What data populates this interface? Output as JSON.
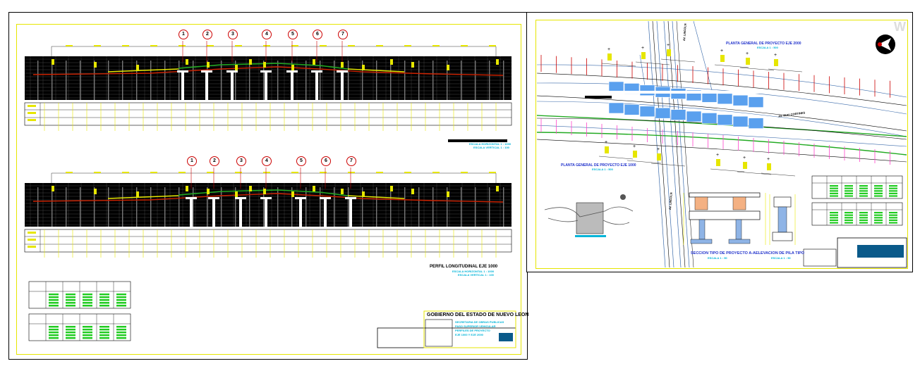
{
  "colors": {
    "background": "#ffffff",
    "frame": "#e6e600",
    "profile_grid": "#000000",
    "ground_line": "#cc2200",
    "design_line": "#22aa22",
    "marker": "#e6e600",
    "lane_fill": "#5aa0ee",
    "cyan_label": "#00b4d8",
    "green_cells": "#22cc22",
    "blue_text": "#2233cc",
    "red_marker": "#cc0000",
    "magenta": "#ff44cc"
  },
  "left_sheet": {
    "profile_top": {
      "markers": [
        "1",
        "2",
        "3",
        "4",
        "5",
        "6",
        "7"
      ],
      "scale_lines": [
        "ESCALA HORIZONTAL 1 : 1000",
        "ESCALA VERTICAL 1 : 100"
      ]
    },
    "profile_bottom": {
      "markers": [
        "1",
        "2",
        "3",
        "4",
        "5",
        "6",
        "7"
      ],
      "title": "PERFIL LONGITUDINAL EJE 1000",
      "scale_lines": [
        "ESCALA HORIZONTAL 1 : 1000",
        "ESCALA VERTICAL 1 : 100"
      ]
    },
    "title_block": {
      "heading": "GOBIERNO DEL ESTADO DE NUEVO LEON",
      "subtitle_lines": [
        "SECRETARIA DE OBRAS PUBLICAS",
        "PASO SUPERIOR VEHICULAR",
        "PERFILES DE PROYECTO",
        "EJE 1000 Y EJE 2000"
      ]
    }
  },
  "right_sheet": {
    "plan_title_top": "PLANTA GENERAL DE PROYECTO EJE 2000",
    "plan_scale_top": "ESCALA 1 : 500",
    "plan_title_left": "PLANTA GENERAL DE PROYECTO EJE 1000",
    "plan_scale_left": "ESCALA 1 : 500",
    "street_vertical": "AV. LINCOLN",
    "street_lower": "AV. LINCOLN",
    "street_right": "AV. RUIZ CORTINES",
    "section_title": "SECCION TIPO DE PROYECTO A-A",
    "section_scale": "ESCALA 1 : 50",
    "elevation_title": "ELEVACION DE PILA TIPO",
    "elevation_scale": "ESCALA 1 : 50",
    "watermark": "W"
  }
}
